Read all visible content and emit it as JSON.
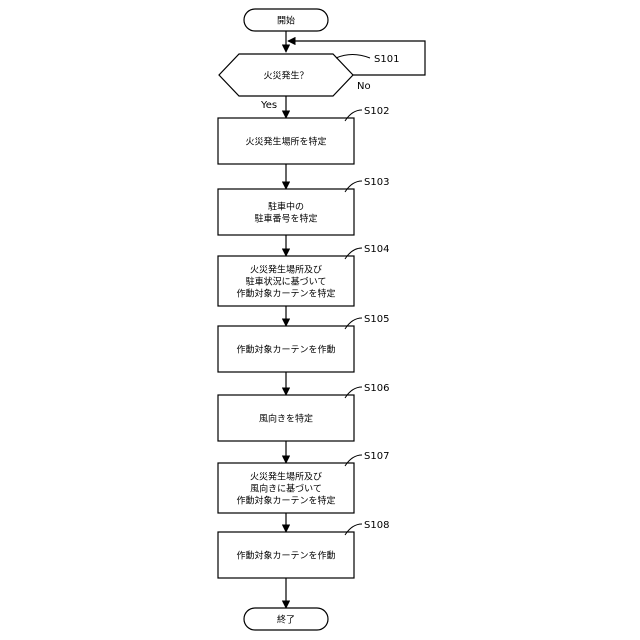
{
  "terminals": {
    "start": "開始",
    "end": "終了"
  },
  "decision": {
    "label": "火災発生？",
    "step": "S101",
    "yes": "Yes",
    "no": "No"
  },
  "steps": [
    {
      "id": "S102",
      "lines": [
        "火災発生場所を特定"
      ]
    },
    {
      "id": "S103",
      "lines": [
        "駐車中の",
        "駐車番号を特定"
      ]
    },
    {
      "id": "S104",
      "lines": [
        "火災発生場所及び",
        "駐車状況に基づいて",
        "作動対象カーテンを特定"
      ]
    },
    {
      "id": "S105",
      "lines": [
        "作動対象カーテンを作動"
      ]
    },
    {
      "id": "S106",
      "lines": [
        "風向きを特定"
      ]
    },
    {
      "id": "S107",
      "lines": [
        "火災発生場所及び",
        "風向きに基づいて",
        "作動対象カーテンを特定"
      ]
    },
    {
      "id": "S108",
      "lines": [
        "作動対象カーテンを作動"
      ]
    }
  ]
}
